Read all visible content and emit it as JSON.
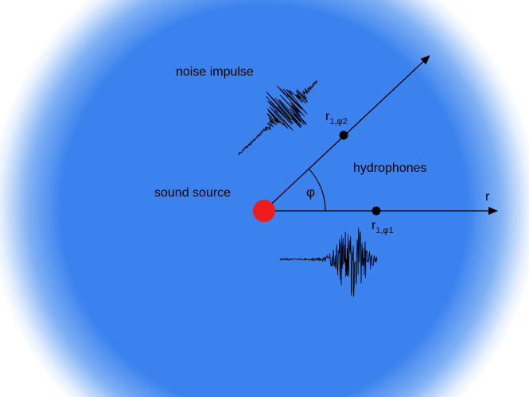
{
  "labels": {
    "noise_impulse": "noise impulse",
    "sound_source": "sound source",
    "hydrophones": "hydrophones",
    "angle": "φ",
    "radial_axis": "r",
    "receiver_2_main": "r",
    "receiver_2_sub": "1,φ2",
    "receiver_1_main": "r",
    "receiver_1_sub": "1,φ1"
  },
  "colors": {
    "medium_center": "#3b82ee",
    "medium_edge": "#ffffff",
    "source": "#ee1c1c",
    "lines": "#000000"
  }
}
